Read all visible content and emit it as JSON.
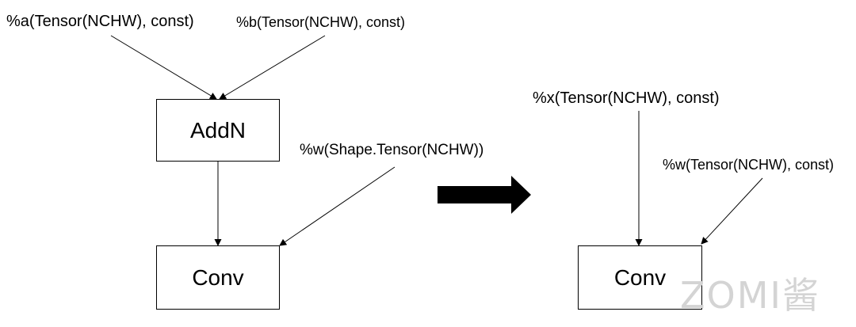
{
  "left_graph": {
    "input_a": "%a(Tensor(NCHW), const)",
    "input_b": "%b(Tensor(NCHW), const)",
    "addn_label": "AddN",
    "input_w": "%w(Shape.Tensor(NCHW))",
    "conv_label": "Conv"
  },
  "right_graph": {
    "input_x": "%x(Tensor(NCHW), const)",
    "input_w": "%w(Tensor(NCHW), const)",
    "conv_label": "Conv"
  },
  "watermark": "ZOMI酱",
  "colors": {
    "stroke": "#000000",
    "watermark": "#d4d4d4"
  }
}
